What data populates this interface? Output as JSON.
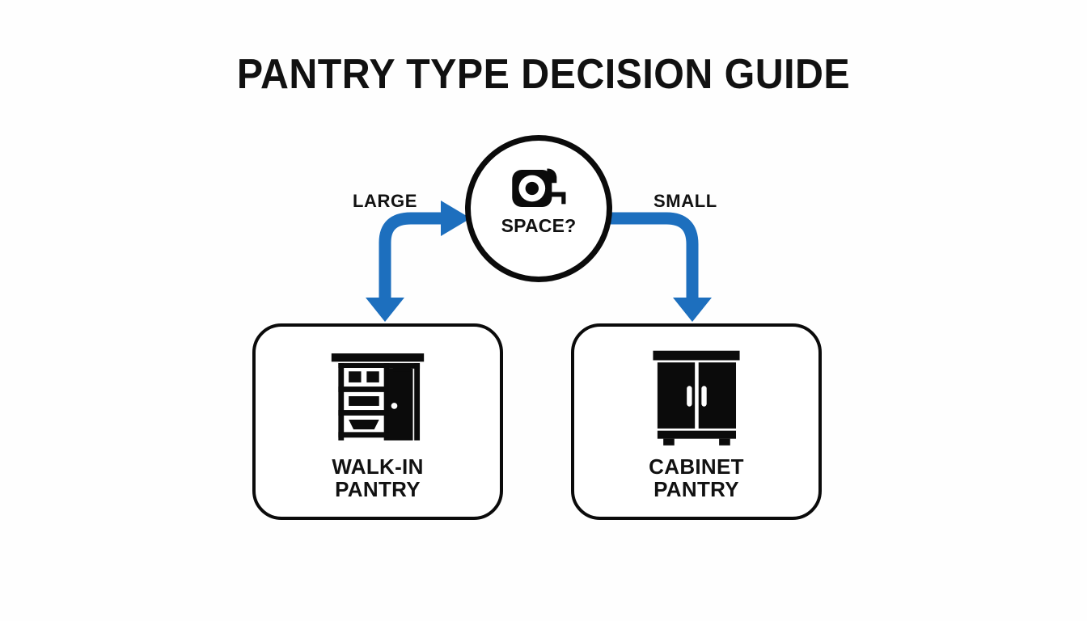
{
  "page": {
    "title": "PANTRY TYPE DECISION GUIDE",
    "background_color": "#fefefe",
    "accent_color": "#1d6fbe",
    "ink_color": "#0b0b0b"
  },
  "decision": {
    "icon": "tape-measure-icon",
    "label": "SPACE?"
  },
  "branches": [
    {
      "label": "LARGE",
      "side": "left",
      "arrow_color": "#1d6fbe",
      "target": "walk-in-pantry"
    },
    {
      "label": "SMALL",
      "side": "right",
      "arrow_color": "#1d6fbe",
      "target": "cabinet-pantry"
    }
  ],
  "outcomes": [
    {
      "id": "walk-in-pantry",
      "icon": "walk-in-pantry-icon",
      "label_line1": "WALK-IN",
      "label_line2": "PANTRY"
    },
    {
      "id": "cabinet-pantry",
      "icon": "cabinet-pantry-icon",
      "label_line1": "CABINET",
      "label_line2": "PANTRY"
    }
  ]
}
